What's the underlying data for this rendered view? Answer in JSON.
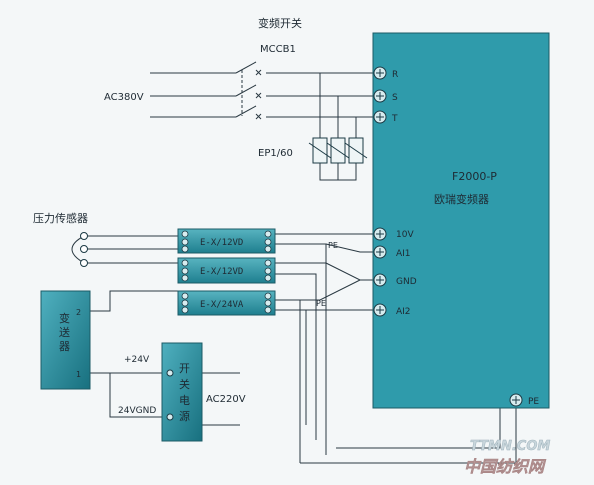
{
  "labels": {
    "vfd_switch": "变频开关",
    "breaker": "MCCB1",
    "supply_3ph": "AC380V",
    "fuse": "EP1/60",
    "drive_model": "F2000-P",
    "drive_name": "欧瑞变频器",
    "pressure_sensor": "压力传感器",
    "transmitter": "变送器",
    "psu_lines": [
      "开",
      "关",
      "电",
      "源"
    ],
    "supply_1ph": "AC220V",
    "plus24": "+24V",
    "gnd24": "24VGND",
    "wm_en": "TTMN.COM",
    "wm_cn": "中国纺织网"
  },
  "terminals": {
    "R": "R",
    "S": "S",
    "T": "T",
    "v10": "10V",
    "ai1": "AI1",
    "gnd": "GND",
    "ai2": "AI2",
    "pe": "PE"
  },
  "modules": {
    "m1": "E-X/12VD",
    "m2": "E-X/12VD",
    "m3": "E-X/24VA"
  },
  "wire_tags": {
    "pe1": "PE",
    "pe2": "PE",
    "n2": "2",
    "n1": "1"
  },
  "colors": {
    "drive": "#2f9bab",
    "module": "#2b8fa2",
    "wire": "#2a3942"
  }
}
